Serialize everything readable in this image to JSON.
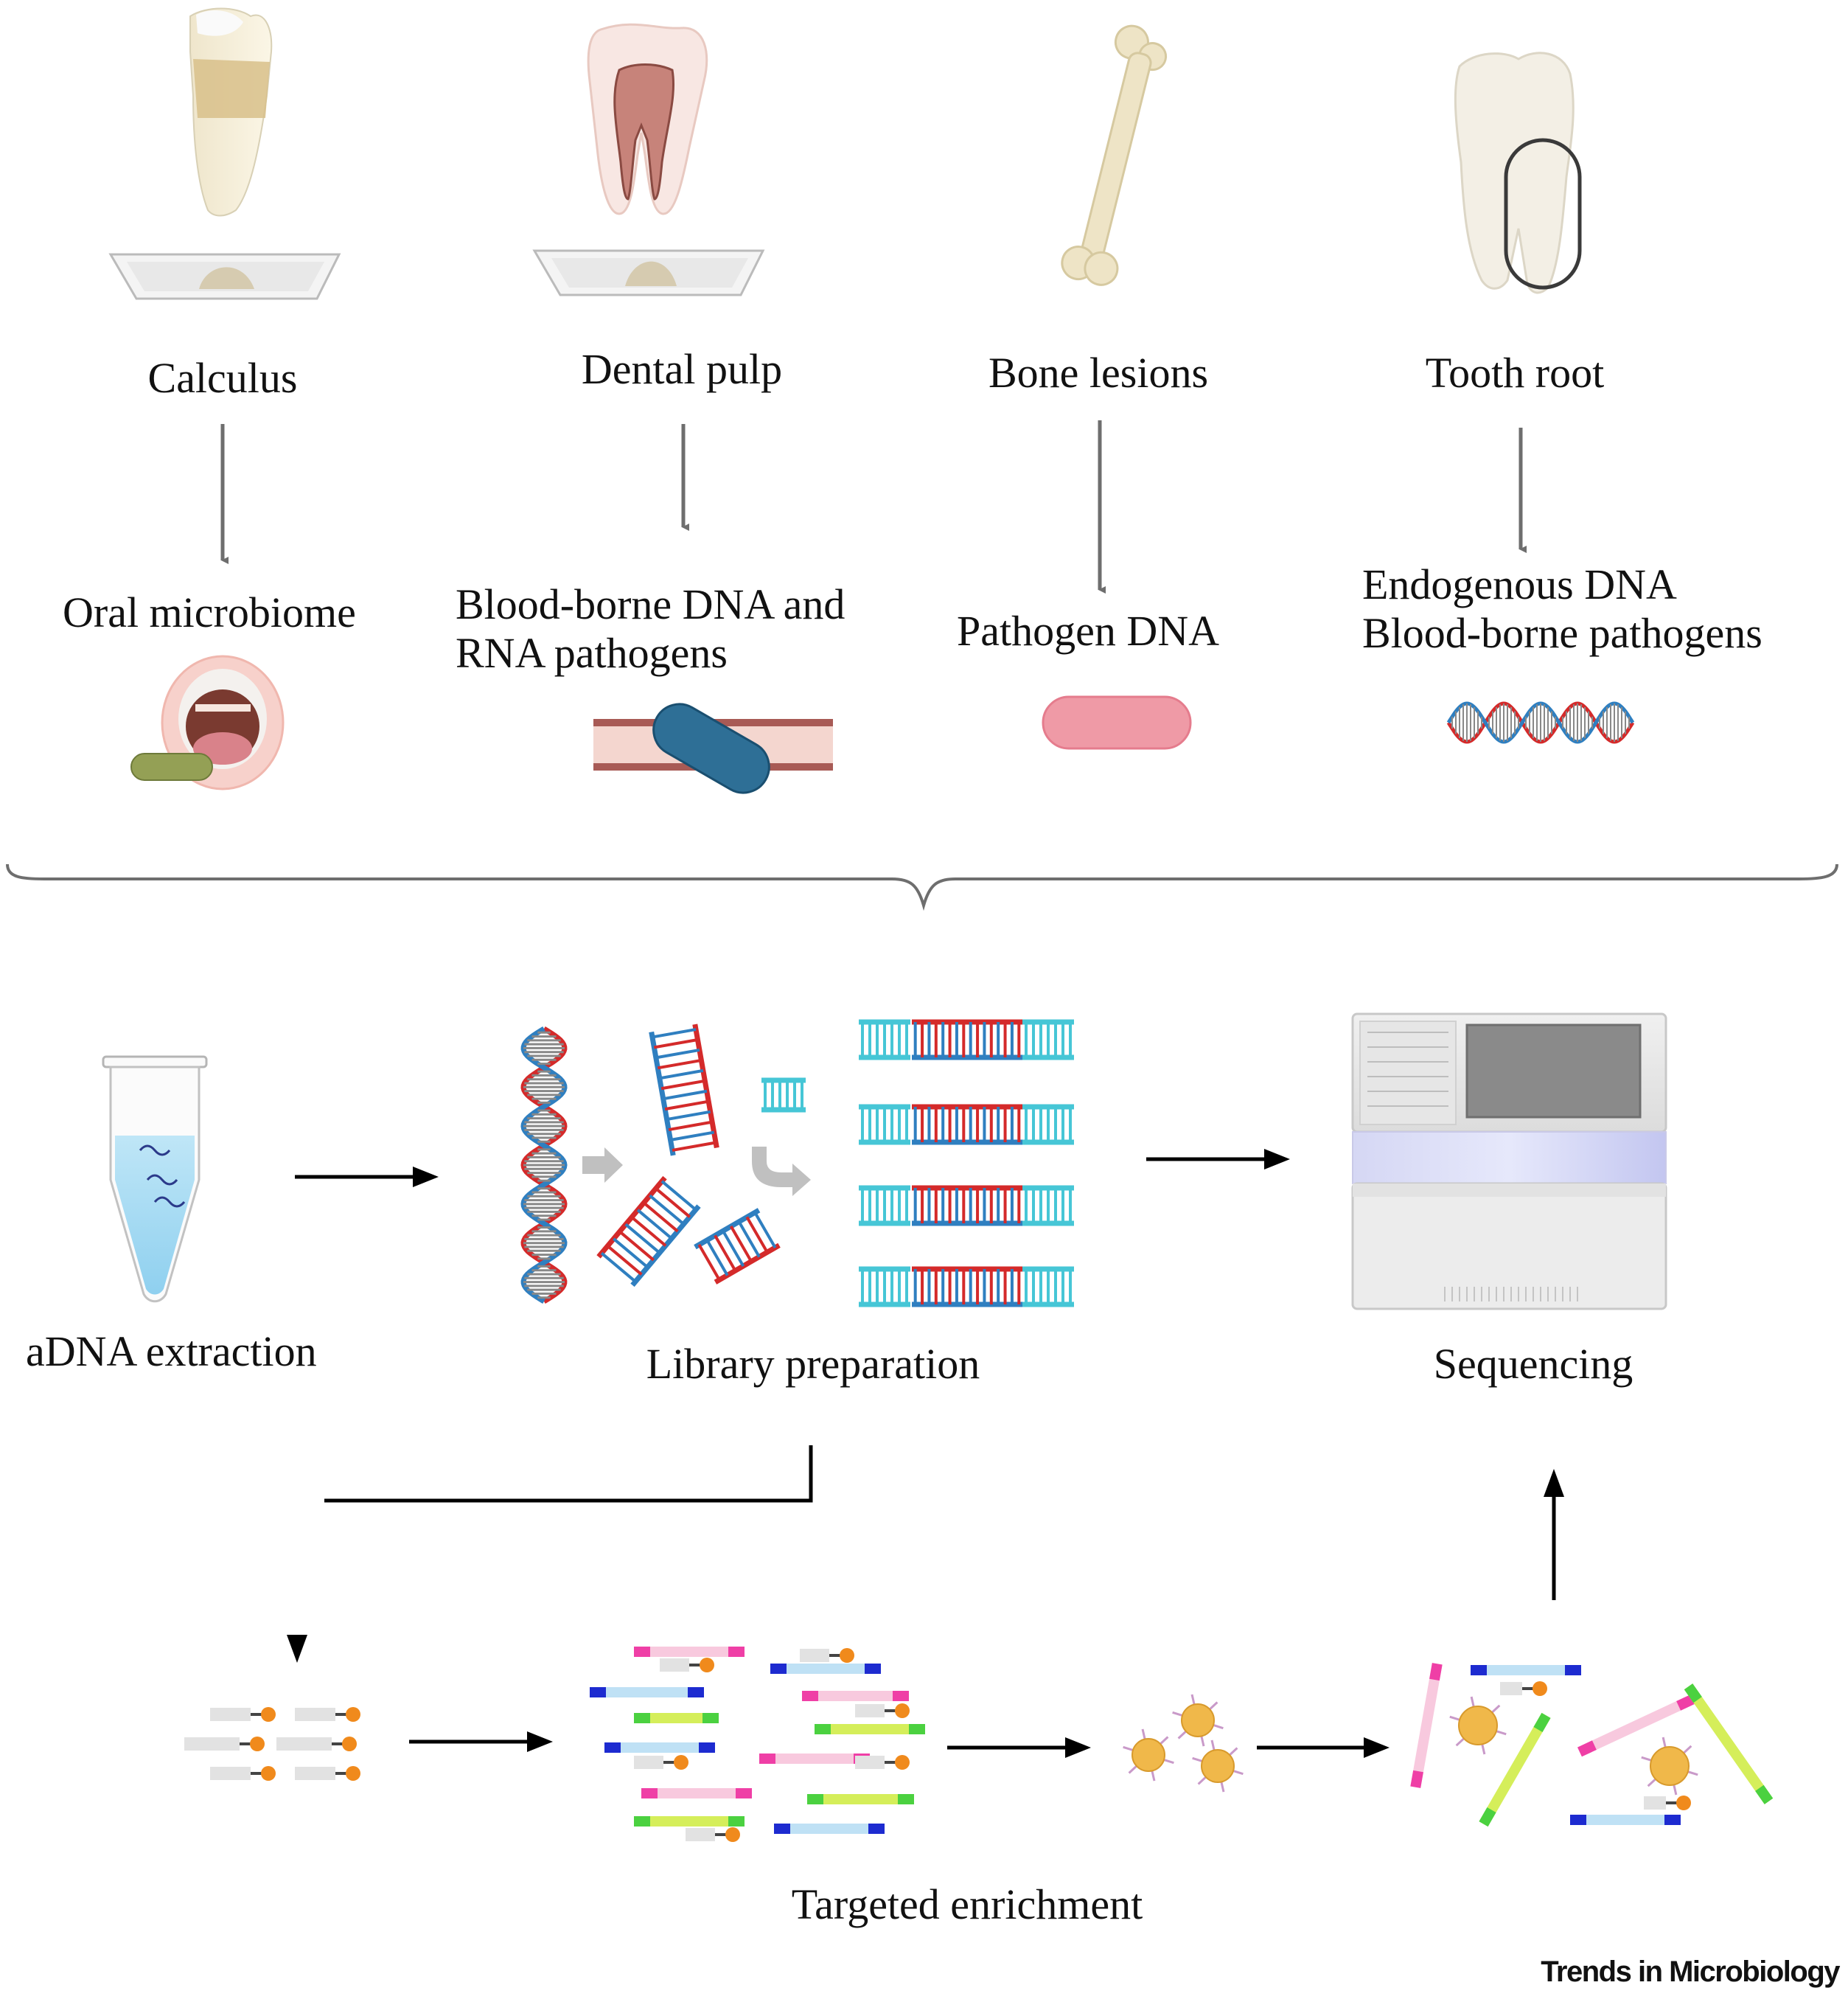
{
  "samples": [
    {
      "label": "Calculus",
      "target": "Oral microbiome"
    },
    {
      "label": "Dental pulp",
      "target_lines": [
        "Blood-borne DNA and",
        "RNA pathogens"
      ]
    },
    {
      "label": "Bone lesions",
      "target": "Pathogen DNA"
    },
    {
      "label": "Tooth root",
      "target_lines": [
        "Endogenous DNA",
        "Blood-borne pathogens"
      ]
    }
  ],
  "workflow": {
    "extraction": "aDNA extraction",
    "library": "Library preparation",
    "sequencing": "Sequencing",
    "enrichment": "Targeted enrichment"
  },
  "credit": "Trends in Microbiology",
  "colors": {
    "dna_red": "#d42a2a",
    "dna_blue": "#2f7fc0",
    "adapter_cyan": "#46c6d6",
    "bead_yellow": "#f0b84a",
    "probe_orange": "#f08a1c",
    "arrow_gray": "#6e6e6e",
    "bacterium_blue": "#2e6f96",
    "bacterium_pink": "#ef9aa6",
    "bacterium_green": "#94a055"
  }
}
